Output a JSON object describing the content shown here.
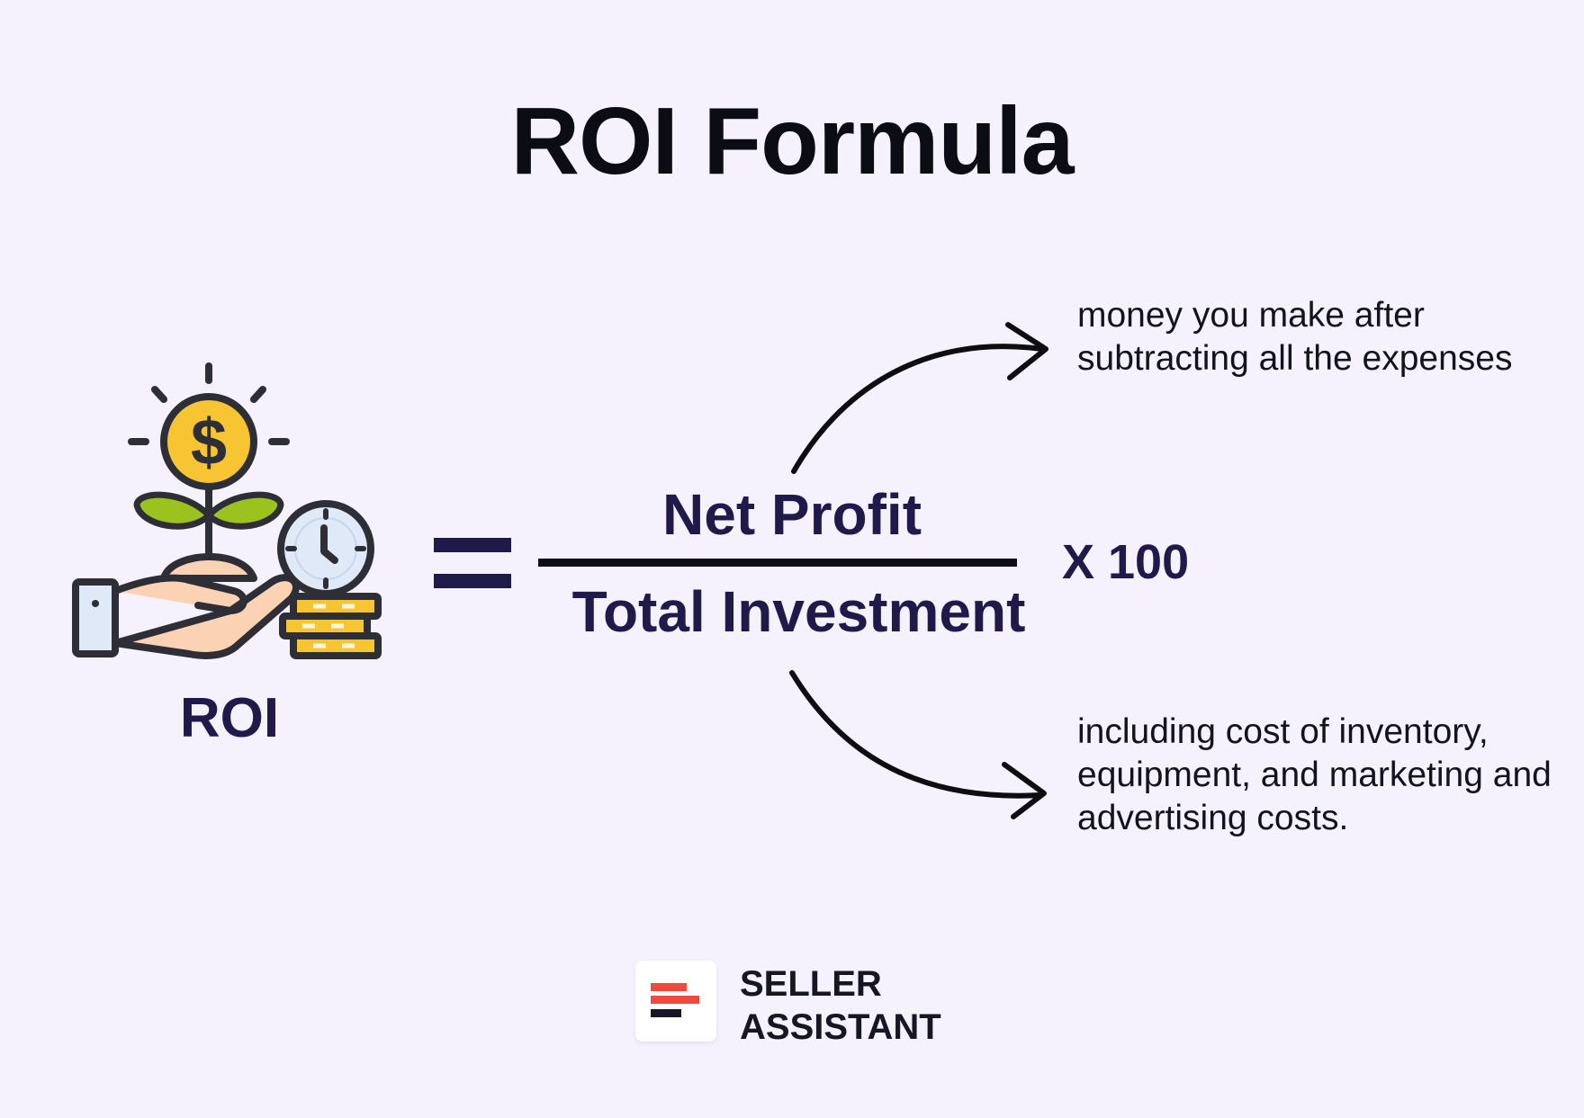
{
  "title": "ROI Formula",
  "roi_icon": {
    "label": "ROI",
    "icons": [
      "hand-icon",
      "plant-icon",
      "dollar-coin-icon",
      "clock-icon",
      "coin-stack-icon"
    ]
  },
  "formula": {
    "equals": "=",
    "numerator": "Net Profit",
    "denominator": "Total Investment",
    "multiplier": "X 100"
  },
  "notes": {
    "net_profit": "money you make after subtracting all the expenses",
    "total_investment": "including cost of inventory, equipment, and marketing and advertising costs."
  },
  "brand": {
    "line1": "SELLER",
    "line2": "ASSISTANT",
    "colors": {
      "accent": "#f04a3e",
      "dark": "#161625"
    }
  },
  "colors": {
    "background": "#f5f2fd",
    "formula_text": "#1f1a4a",
    "coin": "#f7c531",
    "leaf": "#9cc21e",
    "hand": "#fbd3b4",
    "outline": "#2e2e36"
  }
}
